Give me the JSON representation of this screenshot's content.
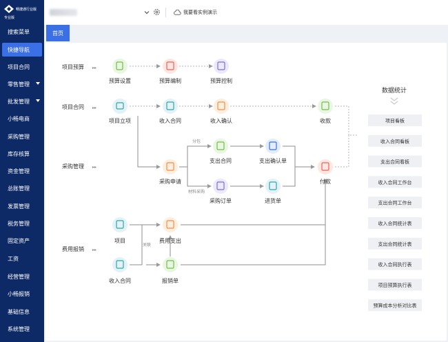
{
  "sidebar": {
    "brand": "畅捷通行业版",
    "edition": "专业版",
    "items": [
      {
        "label": "搜索菜单"
      },
      {
        "label": "快捷导航"
      },
      {
        "label": "项目合同"
      },
      {
        "label": "零售管理"
      },
      {
        "label": "批发管理"
      },
      {
        "label": "小畅电商"
      },
      {
        "label": "采购管理"
      },
      {
        "label": "库存核算"
      },
      {
        "label": "资金管理"
      },
      {
        "label": "总账管理"
      },
      {
        "label": "发票管理"
      },
      {
        "label": "税务管理"
      },
      {
        "label": "固定资产"
      },
      {
        "label": "工资"
      },
      {
        "label": "经营管理"
      },
      {
        "label": "小畅报销"
      },
      {
        "label": "基础信息"
      },
      {
        "label": "系统管理"
      }
    ]
  },
  "header": {
    "demo_link": "我要看实例演示"
  },
  "tabs": {
    "home": "首页"
  },
  "flow": {
    "sections": {
      "budget": "项目预算",
      "contract": "项目合同",
      "purchase": "采购管理",
      "expense": "费用报销"
    },
    "nodes": {
      "budget_setup": "预算设置",
      "budget_edit": "预算编制",
      "budget_control": "预算控制",
      "project_setup": "项目立项",
      "income_contract": "收入合同",
      "income_confirm": "收入确认",
      "receipt": "收款",
      "purchase_request": "采购申请",
      "expense_contract": "支出合同",
      "expense_confirm": "支出确认单",
      "purchase_order": "采购订单",
      "goods_receipt": "进货单",
      "payment": "付款",
      "project": "项目",
      "expense_out": "费用支出",
      "income_contract2": "收入合同",
      "reimbursement": "报销单"
    },
    "annotations": {
      "subcontract": "分包",
      "material_purchase": "材料采购",
      "related": "关联"
    }
  },
  "stats": {
    "title": "数据统计",
    "buttons": [
      "项目看板",
      "收入合同看板",
      "支出合同看板",
      "收入合同工作台",
      "支出合同工作台",
      "收入合同统计表",
      "支出合同统计表",
      "收入合同执行表",
      "项目预算执行表",
      "预算成本分析对比表"
    ]
  },
  "colors": {
    "sidebar": "#0d2a66",
    "accent": "#3b6fe6",
    "green": "#6fbf4a",
    "red": "#e8664f",
    "purple": "#7b6fd6",
    "teal": "#2fa7a8",
    "orange": "#f0904a"
  }
}
